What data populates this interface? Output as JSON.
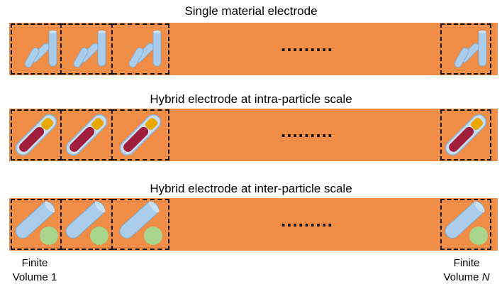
{
  "rows": [
    {
      "title": "Single material electrode",
      "type": "single"
    },
    {
      "title": "Hybrid electrode at intra-particle scale",
      "type": "intra"
    },
    {
      "title": "Hybrid electrode at inter-particle scale",
      "type": "inter"
    }
  ],
  "ellipsis": ".........",
  "labels": {
    "first_line1": "Finite",
    "first_line2": "Volume 1",
    "last_line1": "Finite",
    "last_line2": "Volume",
    "last_n": "N"
  },
  "colors": {
    "electrode_background": "#EF8C45",
    "particle_blue": "#A9CDEA",
    "core_crimson": "#A01E3C",
    "shell_gold": "#E8A800",
    "sphere_green": "#A9D48C"
  }
}
